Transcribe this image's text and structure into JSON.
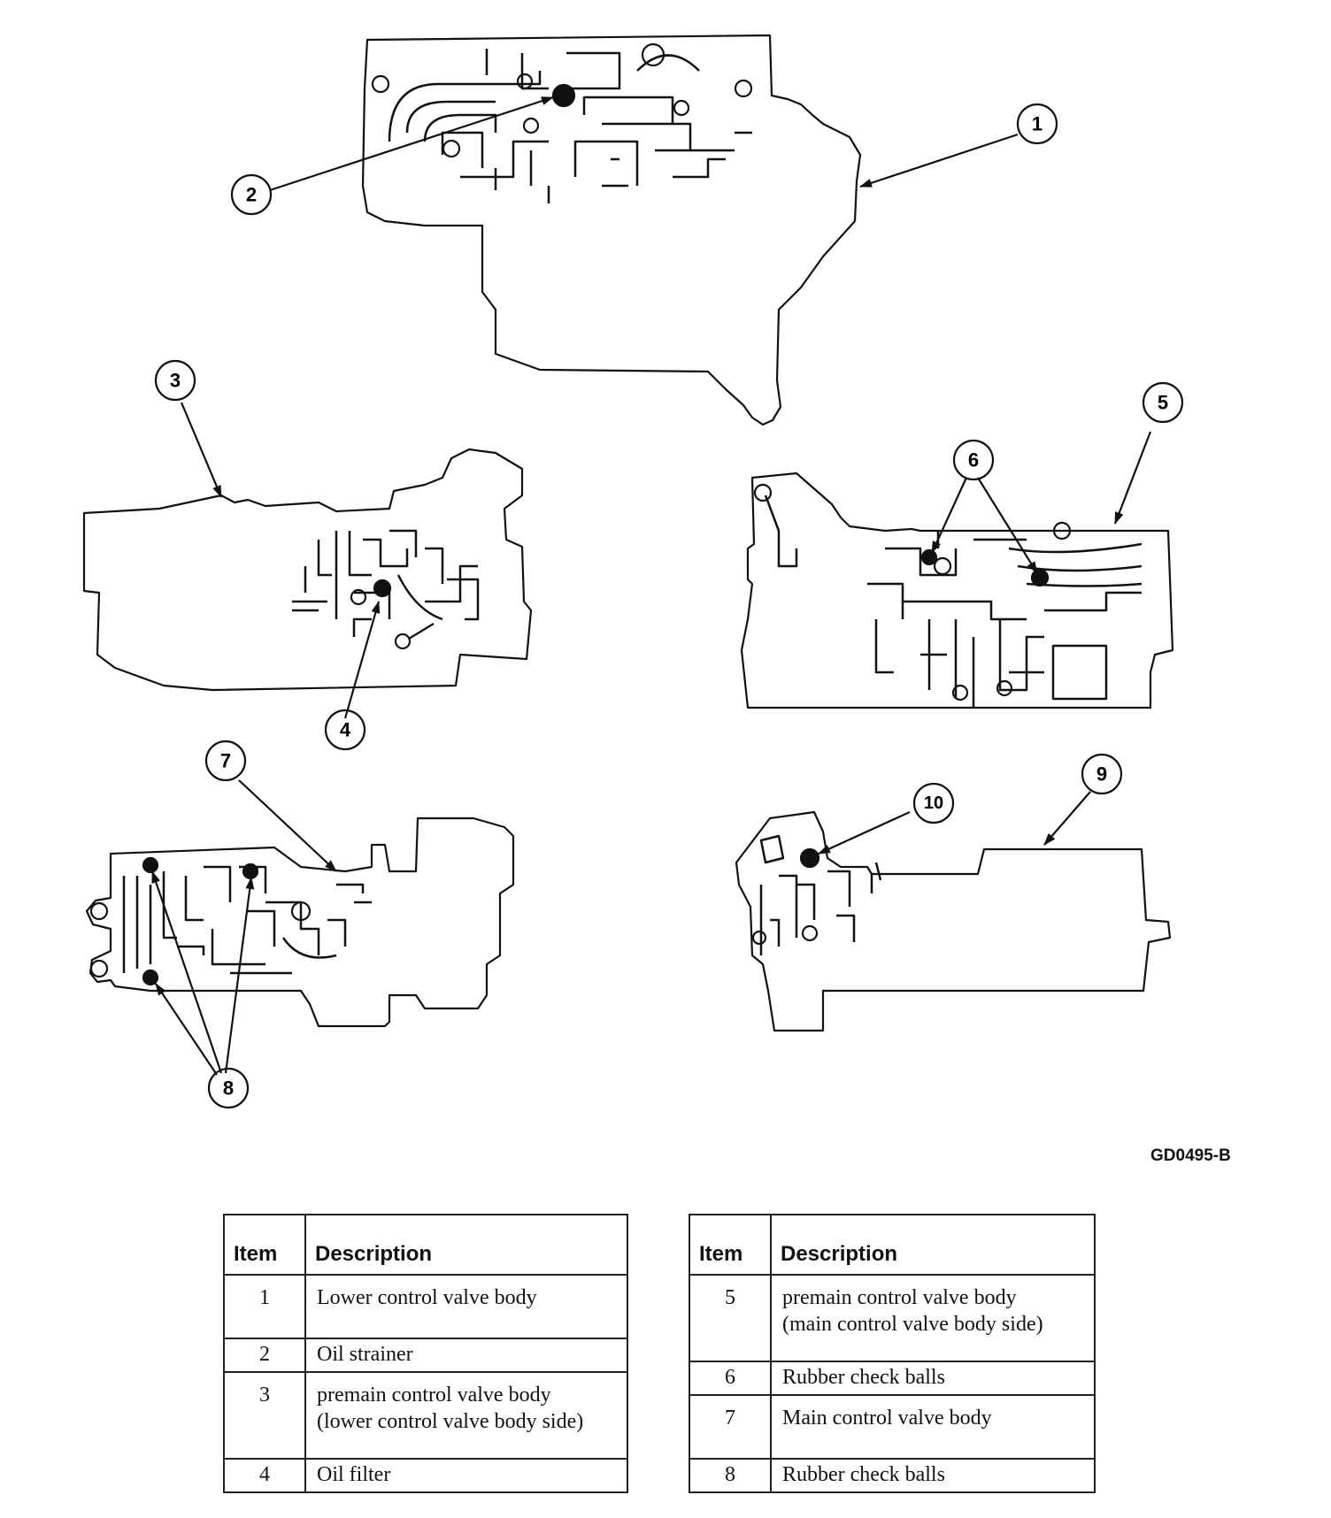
{
  "figure": {
    "code": "GD0495-B",
    "callouts": [
      "1",
      "2",
      "3",
      "4",
      "5",
      "6",
      "7",
      "8",
      "9",
      "10"
    ]
  },
  "legend": {
    "headers": {
      "item": "Item",
      "description": "Description"
    },
    "left": [
      {
        "item": "1",
        "description": [
          "Lower control valve body"
        ]
      },
      {
        "item": "2",
        "description": [
          "Oil strainer"
        ]
      },
      {
        "item": "3",
        "description": [
          "premain control valve body",
          "(lower control valve body side)"
        ]
      },
      {
        "item": "4",
        "description": [
          "Oil filter"
        ]
      }
    ],
    "right": [
      {
        "item": "5",
        "description": [
          "premain control valve body",
          "(main control valve body side)"
        ]
      },
      {
        "item": "6",
        "description": [
          "Rubber check balls"
        ]
      },
      {
        "item": "7",
        "description": [
          "Main control valve body"
        ]
      },
      {
        "item": "8",
        "description": [
          "Rubber check balls"
        ]
      }
    ]
  }
}
